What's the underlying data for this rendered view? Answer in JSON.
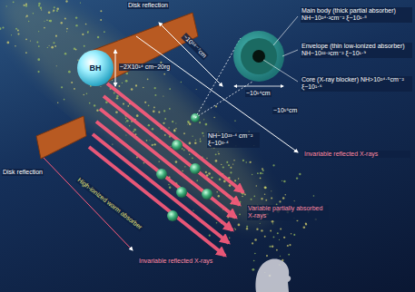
{
  "diagram": {
    "nodes": [
      {
        "text": [
          "BH"
        ]
      }
    ],
    "labels": [
      "Disk reflection",
      "~2X10¹⁴ cm~20rg",
      "Disk reflection",
      "~10¹⁶⁻⁷cm",
      "Main body (thick partial absorber) NH~10²⁴·²cm⁻² ξ~10¹·⁸",
      "Envelope (thin low-ionized absorber) NH~10²²·²cm⁻² ξ~10¹·⁹",
      "Core (X-ray blocker) NH>10²⁴·⁵cm⁻² ξ~10¹·⁶",
      "~10¹⁴cm",
      "~10¹⁶cm",
      "Invariable reflected X-rays",
      "NH~10²³·⁴ cm⁻² ξ~10³·⁴",
      "High-ionized warm absorber",
      "Variable partially absorbed X-rays",
      "Invariable reflected X-rays"
    ]
  }
}
